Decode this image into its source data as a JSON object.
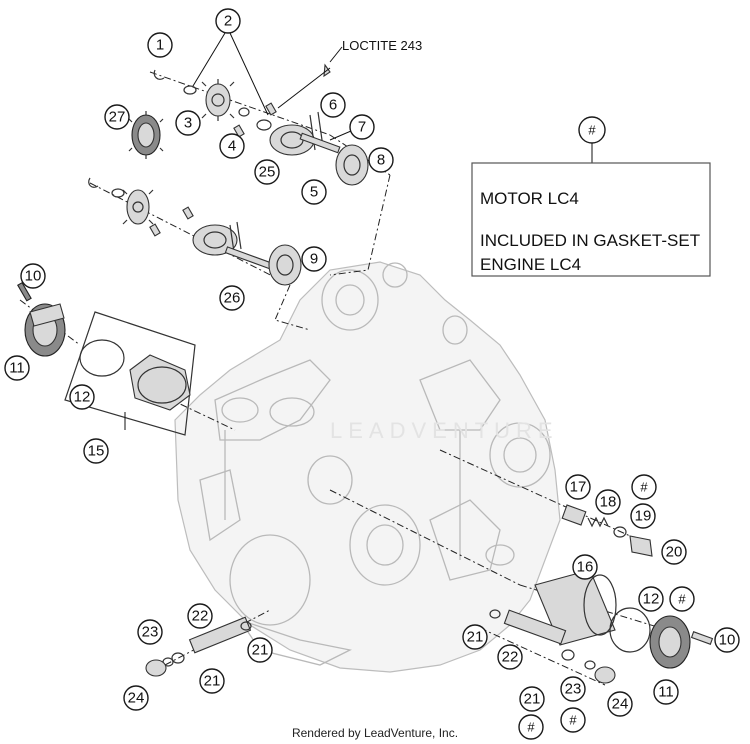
{
  "note": {
    "symbol": "#",
    "line1": "MOTOR LC4",
    "line2": "INCLUDED IN GASKET-SET",
    "line3": "ENGINE LC4"
  },
  "loctite_label": "LOCTITE 243",
  "watermark": "LEADVENTURE",
  "footer": "Rendered by LeadVenture, Inc.",
  "callouts": {
    "c1": "1",
    "c2": "2",
    "c3": "3",
    "c4": "4",
    "c5": "5",
    "c6": "6",
    "c7": "7",
    "c8": "8",
    "c9": "9",
    "c10a": "10",
    "c10b": "10",
    "c11a": "11",
    "c11b": "11",
    "c12a": "12",
    "c12b": "12",
    "c15": "15",
    "c16": "16",
    "c17": "17",
    "c18": "18",
    "c19": "19",
    "c20": "20",
    "c21a": "21",
    "c21b": "21",
    "c21c": "21",
    "c21d": "21",
    "c22a": "22",
    "c22b": "22",
    "c23a": "23",
    "c23b": "23",
    "c24a": "24",
    "c24b": "24",
    "c25": "25",
    "c26": "26",
    "c27": "27",
    "h1": "#",
    "h2": "#",
    "h3": "#",
    "h4": "#"
  }
}
